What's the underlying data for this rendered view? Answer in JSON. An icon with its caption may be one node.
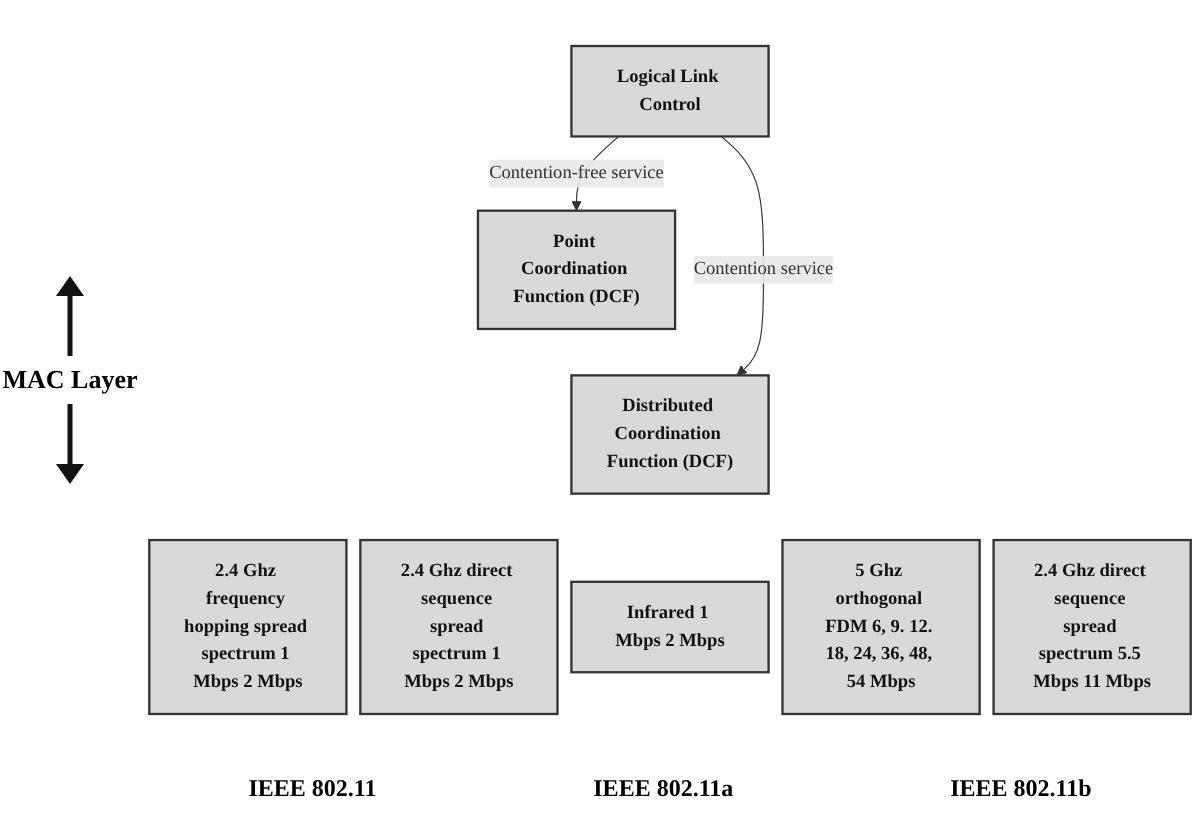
{
  "diagram": {
    "nodes": [
      {
        "text": [
          "Logical Link Control"
        ]
      },
      {
        "text": [
          "Point Coordination Function (DCF)"
        ]
      },
      {
        "text": [
          "Distributed Coordination Function (DCF)"
        ]
      },
      {
        "text": [
          "2.4 Ghz frequency hopping spread spectrum 1 Mbps 2 Mbps"
        ]
      },
      {
        "text": [
          "2.4 Ghz direct sequence spread spectrum 1 Mbps 2 Mbps"
        ]
      },
      {
        "text": [
          "Infrared 1 Mbps 2 Mbps"
        ]
      },
      {
        "text": [
          "5 Ghz orthogonal FDM 6, 9. 12. 18, 24, 36, 48, 54 Mbps"
        ]
      },
      {
        "text": [
          "2.4 Ghz direct sequence spread spectrum 5.5 Mbps 11 Mbps"
        ]
      }
    ],
    "edges": [
      {
        "from": 0,
        "to": 1,
        "arrow": "to",
        "label": "Contention-free service"
      },
      {
        "from": 0,
        "to": 2,
        "arrow": "to",
        "label": "Contention service"
      }
    ],
    "labels": [
      "MAC Layer",
      "IEEE 802.11",
      "IEEE 802.11a",
      "IEEE 802.11b"
    ]
  }
}
